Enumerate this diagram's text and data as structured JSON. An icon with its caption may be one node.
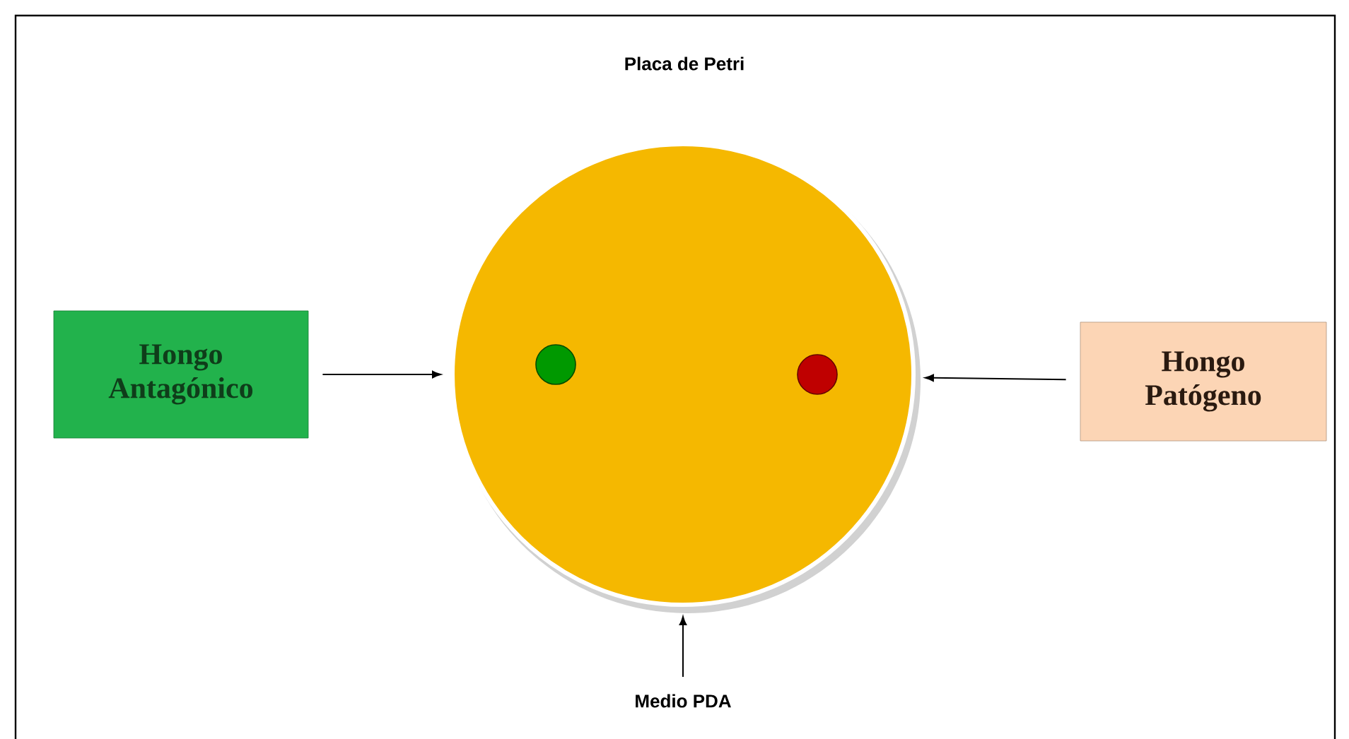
{
  "diagram": {
    "title": "Placa de Petri",
    "nodes": [
      {
        "text": [
          "Hongo Antagónico"
        ]
      },
      {
        "text": [],
        "shape": "circle"
      },
      {
        "text": [
          "Hongo Patógeno"
        ]
      },
      {
        "text": [
          "Medio PDA"
        ]
      }
    ],
    "edges": [
      {
        "from": 0,
        "to": 1,
        "arrow": "to"
      },
      {
        "from": 2,
        "to": 1,
        "arrow": "to"
      },
      {
        "from": 3,
        "to": 1,
        "arrow": "to"
      }
    ]
  }
}
